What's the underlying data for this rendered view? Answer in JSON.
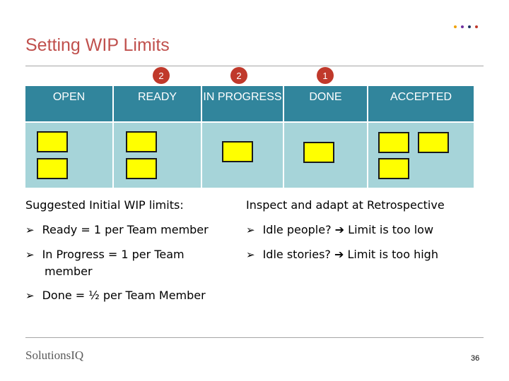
{
  "colors": {
    "title": "#c0504d",
    "header": "#31859c",
    "lane": "#a6d4d9",
    "card": "#ffff00",
    "badge": "#c0392b",
    "dots": [
      "#f0a30a",
      "#7030a0",
      "#1f3864",
      "#c0392b"
    ]
  },
  "slide": {
    "title": "Setting WIP Limits",
    "page_number": "36"
  },
  "board": {
    "columns": [
      {
        "label": "OPEN",
        "wip": "",
        "cards": 2
      },
      {
        "label": "READY",
        "wip": "2",
        "cards": 2
      },
      {
        "label": "IN PROGRESS",
        "wip": "2",
        "cards": 1
      },
      {
        "label": "DONE",
        "wip": "1",
        "cards": 1
      },
      {
        "label": "ACCEPTED",
        "wip": "",
        "cards": 3
      }
    ]
  },
  "left_notes": {
    "heading": "Suggested Initial WIP limits:",
    "bullets": [
      "Ready = 1 per Team member",
      "In Progress = 1 per Team member",
      "Done = ½ per Team Member"
    ]
  },
  "right_notes": {
    "heading": "Inspect and adapt at Retrospective",
    "bullets": [
      {
        "lead": "Idle people?",
        "rest": "Limit is too low"
      },
      {
        "lead": "Idle stories?",
        "rest": "Limit is too high"
      }
    ]
  },
  "footer": {
    "logo_text": "SolutionsIQ"
  },
  "icons": {
    "bullet": "arrow-bullet-icon",
    "inline_arrow": "right-arrow-icon"
  }
}
